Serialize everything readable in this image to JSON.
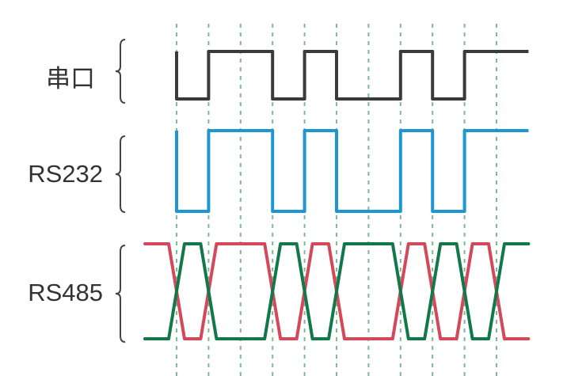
{
  "labels": {
    "serial": "串口",
    "rs232": "RS232",
    "rs485": "RS485"
  },
  "colors": {
    "serial": "#3a3a3a",
    "rs232": "#1e96d2",
    "rs485_a": "#d24a5a",
    "rs485_b": "#12784a",
    "grid": "#7fb896",
    "brace": "#444444"
  },
  "bit_count": 11,
  "signals": {
    "serial_bits": [
      0,
      1,
      1,
      0,
      1,
      0,
      0,
      1,
      0,
      1,
      1
    ],
    "rs232_bits": [
      0,
      1,
      1,
      0,
      1,
      0,
      0,
      1,
      0,
      1,
      1
    ],
    "rs485_a_bits": [
      0,
      1,
      1,
      0,
      1,
      0,
      0,
      1,
      0,
      1,
      0
    ],
    "idle_level": 1
  }
}
